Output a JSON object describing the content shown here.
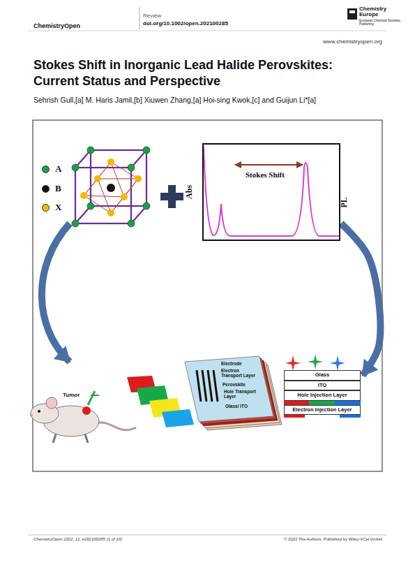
{
  "diagram": {
    "title": "Stokes Shift in Inorganic Lead Halide Perovskites: Current Status and Perspective",
    "nodes": [
      {
        "text": [
          "Stokes Shift"
        ]
      },
      {
        "text": [
          "Glass"
        ]
      },
      {
        "text": [
          "ITO"
        ]
      },
      {
        "text": [
          "Hole Injection Layer"
        ]
      },
      {
        "text": [
          "Electron Injection Layer"
        ]
      }
    ],
    "edges": [
      {
        "from": 0,
        "to": 1,
        "arrow": "to"
      }
    ],
    "labels": [
      "ChemistryOpen",
      "Review",
      "doi.org/10.1002/open.202100285",
      "Chemistry Europe",
      "European Chemical Societies Publishing",
      "www.chemistryopen.org",
      "Sehrish Gull,[a] M. Haris Jamil,[b] Xiuwen Zhang,[a] Hoi-sing Kwok,[c] and Guijun Li*[a]",
      "Abs",
      "PL",
      "Tumor",
      "Electrode",
      "Electron Transport Layer",
      "Perovskite",
      "Hole Transport Layer",
      "Glass/ ITO",
      "ChemistryOpen 2022, 11, e202100285 (1 of 10)",
      "© 2022 The Authors. Published by Wiley-VCH GmbH"
    ],
    "legend": [
      {
        "text": "A",
        "color": "#1e9e4a"
      },
      {
        "text": "B",
        "color": "#111111"
      },
      {
        "text": "X",
        "color": "#f5b800"
      }
    ]
  }
}
